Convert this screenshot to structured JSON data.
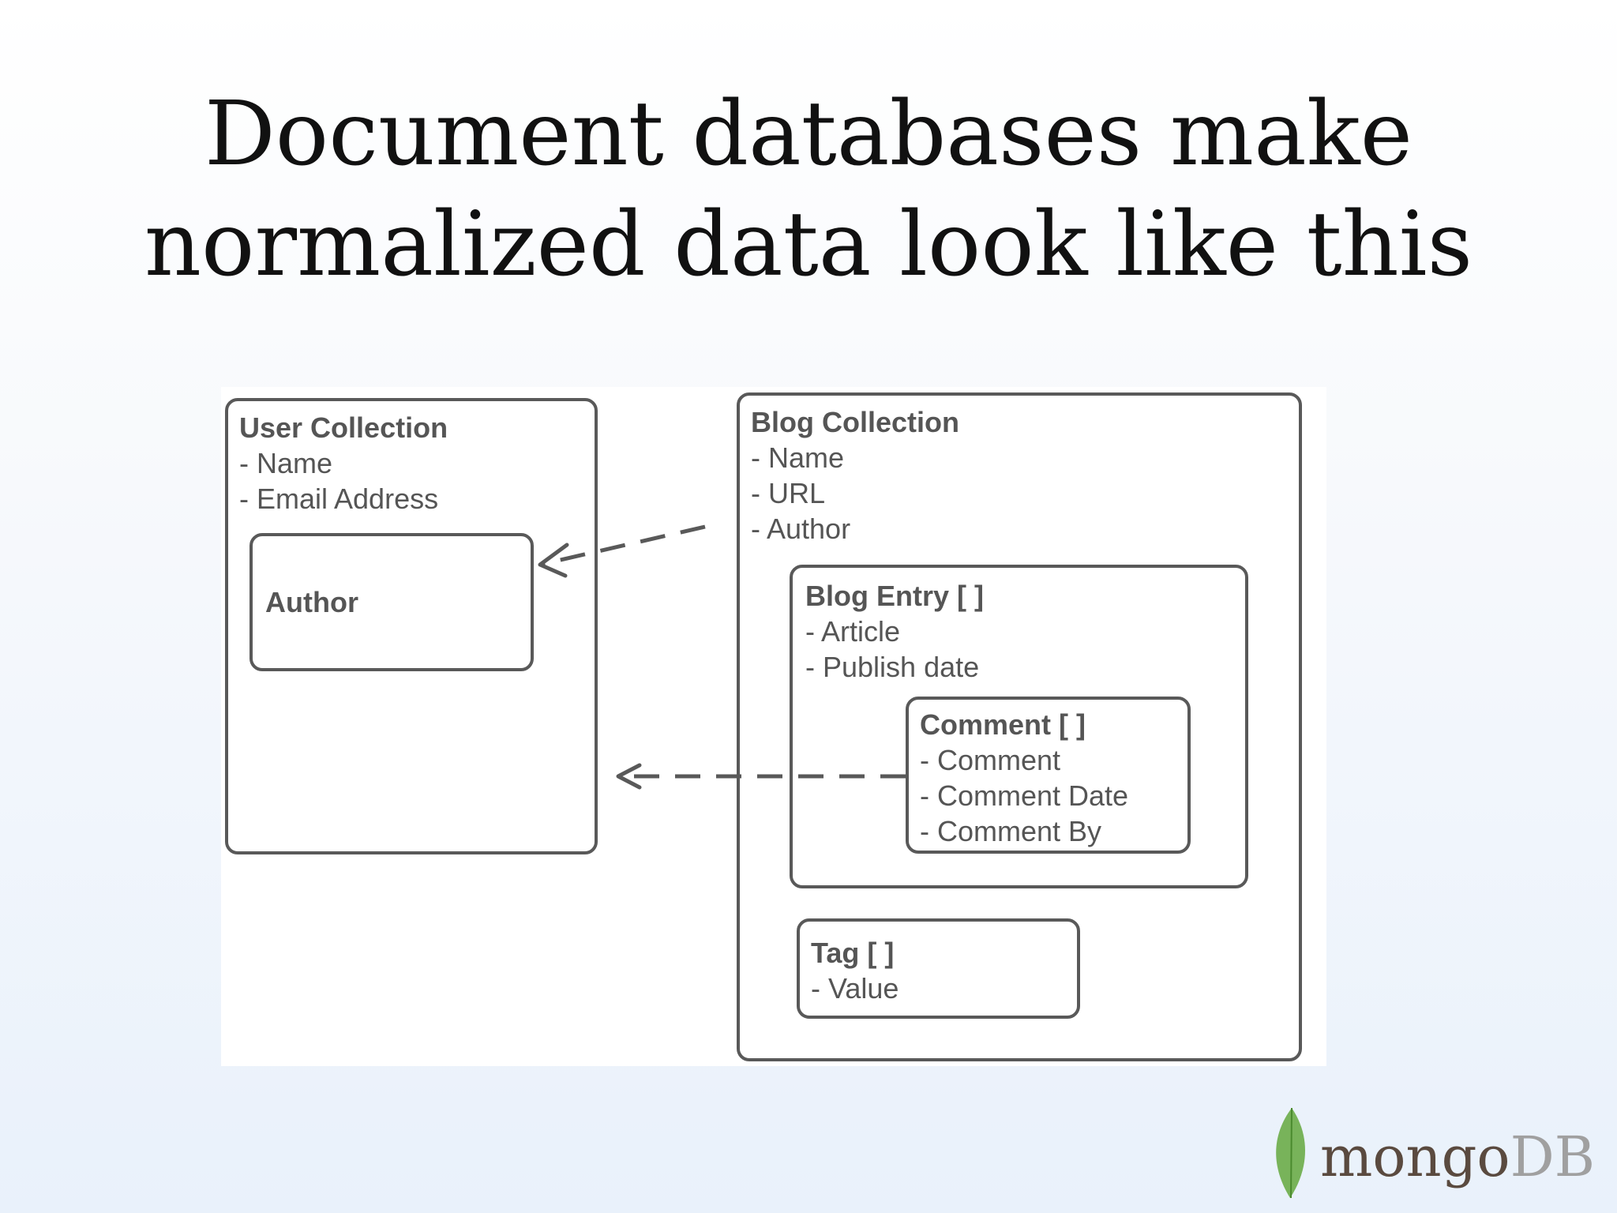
{
  "slide": {
    "title_line1": "Document databases make",
    "title_line2": "normalized data look like this"
  },
  "diagram": {
    "user_collection": {
      "title": "User Collection",
      "fields": [
        "- Name",
        "- Email Address"
      ],
      "author": {
        "title": "Author"
      }
    },
    "blog_collection": {
      "title": "Blog Collection",
      "fields": [
        "- Name",
        "- URL",
        "- Author"
      ],
      "blog_entry": {
        "title": "Blog Entry [ ]",
        "fields": [
          "- Article",
          "- Publish date"
        ],
        "comment": {
          "title": "Comment [ ]",
          "fields": [
            "- Comment",
            "- Comment Date",
            "- Comment By"
          ]
        }
      },
      "tag": {
        "title": "Tag [ ]",
        "fields": [
          "- Value"
        ]
      }
    }
  },
  "logo": {
    "text_mongo": "mongo",
    "text_db": "DB",
    "leaf_color": "#6cac48"
  },
  "colors": {
    "box_border": "#595959",
    "text": "#555555",
    "title_text": "#111111"
  }
}
